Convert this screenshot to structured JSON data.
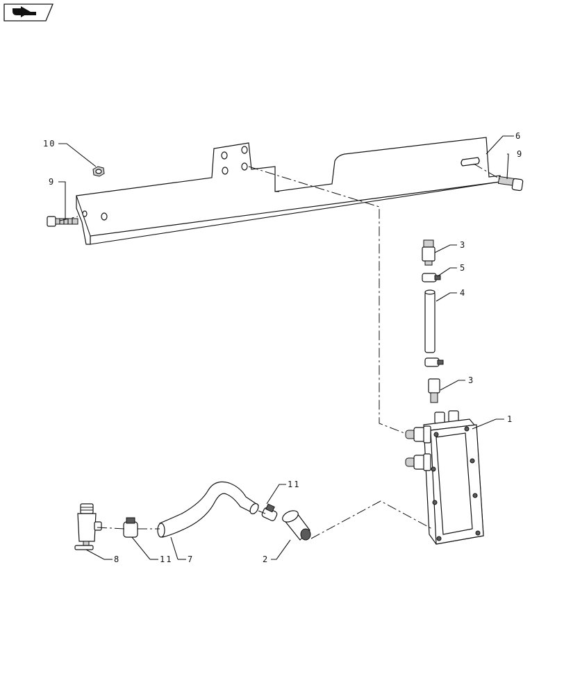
{
  "diagram": {
    "nav_icon": "page-navigation-icon",
    "callouts": [
      {
        "id": "c1",
        "text": "1"
      },
      {
        "id": "c2",
        "text": "2"
      },
      {
        "id": "c3a",
        "text": "3"
      },
      {
        "id": "c3b",
        "text": "3"
      },
      {
        "id": "c4",
        "text": "4"
      },
      {
        "id": "c5",
        "text": "5"
      },
      {
        "id": "c6",
        "text": "6"
      },
      {
        "id": "c7",
        "text": "7"
      },
      {
        "id": "c8",
        "text": "8"
      },
      {
        "id": "c9a",
        "text": "9"
      },
      {
        "id": "c9b",
        "text": "9"
      },
      {
        "id": "c10",
        "text": "10"
      },
      {
        "id": "c11a",
        "text": "11"
      },
      {
        "id": "c11b",
        "text": "11"
      }
    ]
  }
}
